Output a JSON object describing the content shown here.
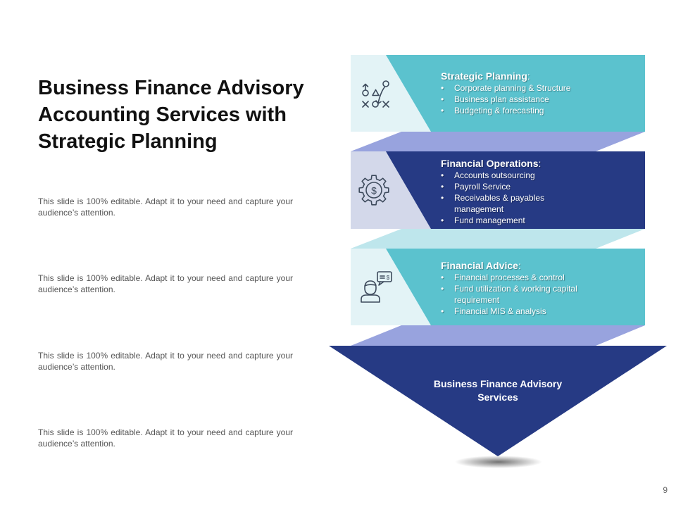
{
  "title": "Business Finance Advisory Accounting Services with Strategic Planning",
  "descriptions": [
    "This slide is 100% editable. Adapt it to your need and capture your audience’s attention.",
    "This slide is 100% editable. Adapt it to your need and capture your audience’s attention.",
    "This slide is 100% editable. Adapt it to your need and capture your audience’s attention.",
    "This slide is 100% editable. Adapt it to your need and capture your audience’s attention."
  ],
  "panels": [
    {
      "heading": "Strategic Planning",
      "colon": ":",
      "items": [
        "Corporate  planning & Structure",
        "Business plan assistance",
        "Budgeting & forecasting"
      ],
      "icon": "strategy-icon",
      "color": "#5BC2CE"
    },
    {
      "heading": "Financial Operations",
      "colon": ":",
      "items": [
        "Accounts outsourcing",
        "Payroll Service",
        "Receivables  & payables management",
        "Fund management"
      ],
      "icon": "dollar-gear-icon",
      "color": "#263A84"
    },
    {
      "heading": "Financial Advice",
      "colon": ":",
      "items": [
        "Financial processes & control",
        "Fund utilization & working capital requirement",
        "Financial MIS & analysis"
      ],
      "icon": "advisor-icon",
      "color": "#5BC2CE"
    }
  ],
  "bottom_label": "Business Finance Advisory Services",
  "page_number": "9",
  "colors": {
    "teal": "#5BC2CE",
    "navy": "#263A84",
    "light_teal": "#E3F3F6",
    "light_navy": "#D3D8EA",
    "periwinkle": "#98A3DE",
    "pale_teal": "#BEE6EC"
  }
}
